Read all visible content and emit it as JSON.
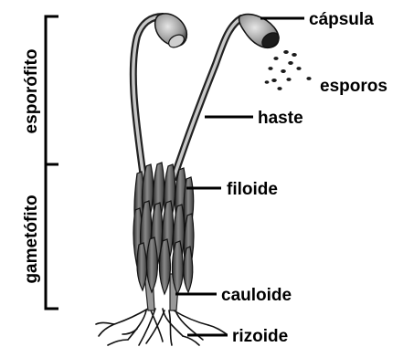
{
  "diagram": {
    "groups": [
      {
        "id": "sporophyte",
        "label": "esporófito"
      },
      {
        "id": "gametophyte",
        "label": "gametófito"
      }
    ],
    "parts": [
      {
        "id": "capsule",
        "label": "cápsula"
      },
      {
        "id": "spores",
        "label": "esporos"
      },
      {
        "id": "stalk",
        "label": "haste"
      },
      {
        "id": "phylloid",
        "label": "filoide"
      },
      {
        "id": "cauloid",
        "label": "cauloide"
      },
      {
        "id": "rhizoid",
        "label": "rizoide"
      }
    ]
  }
}
